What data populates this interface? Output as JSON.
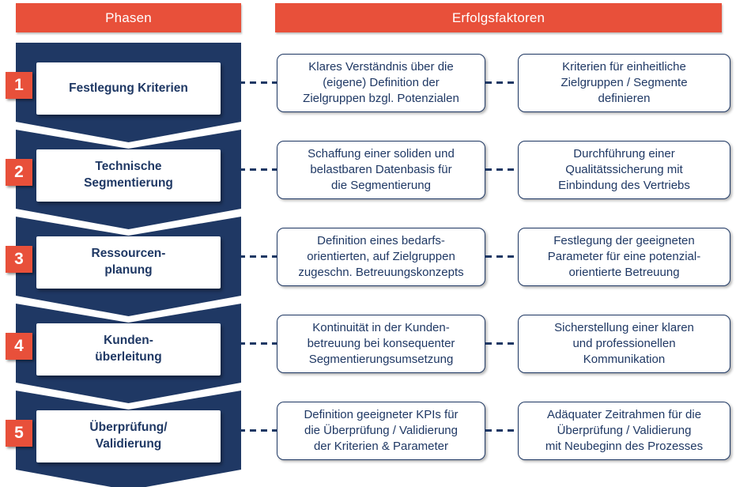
{
  "colors": {
    "accent_red": "#E8503A",
    "navy": "#1F3864",
    "box_bg": "#FFFFFF"
  },
  "headers": {
    "phases": "Phasen",
    "factors": "Erfolgsfaktoren"
  },
  "rows": [
    {
      "number": "1",
      "phase": "Festlegung Kriterien",
      "factor1": "Klares Verständnis über die\n(eigene) Definition der\nZielgruppen bzgl. Potenzialen",
      "factor2": "Kriterien für einheitliche\nZielgruppen / Segmente\ndefinieren"
    },
    {
      "number": "2",
      "phase": "Technische\nSegmentierung",
      "factor1": "Schaffung einer soliden und\nbelastbaren Datenbasis für\ndie Segmentierung",
      "factor2": "Durchführung einer\nQualitätssicherung mit\nEinbindung des Vertriebs"
    },
    {
      "number": "3",
      "phase": "Ressourcen-\nplanung",
      "factor1": "Definition eines bedarfs-\norientierten, auf Zielgruppen\nzugeschn. Betreuungskonzepts",
      "factor2": "Festlegung der geeigneten\nParameter für eine potenzial-\norientierte Betreuung"
    },
    {
      "number": "4",
      "phase": "Kunden-\nüberleitung",
      "factor1": "Kontinuität in der Kunden-\nbetreuung bei konsequenter\nSegmentierungsumsetzung",
      "factor2": "Sicherstellung einer klaren\nund professionellen\nKommunikation"
    },
    {
      "number": "5",
      "phase": "Überprüfung/\nValidierung",
      "factor1": "Definition geeigneter KPIs für\ndie Überprüfung / Validierung\nder Kriterien & Parameter",
      "factor2": "Adäquater Zeitrahmen für die\nÜberprüfung / Validierung\nmit Neubeginn des Prozesses"
    }
  ]
}
